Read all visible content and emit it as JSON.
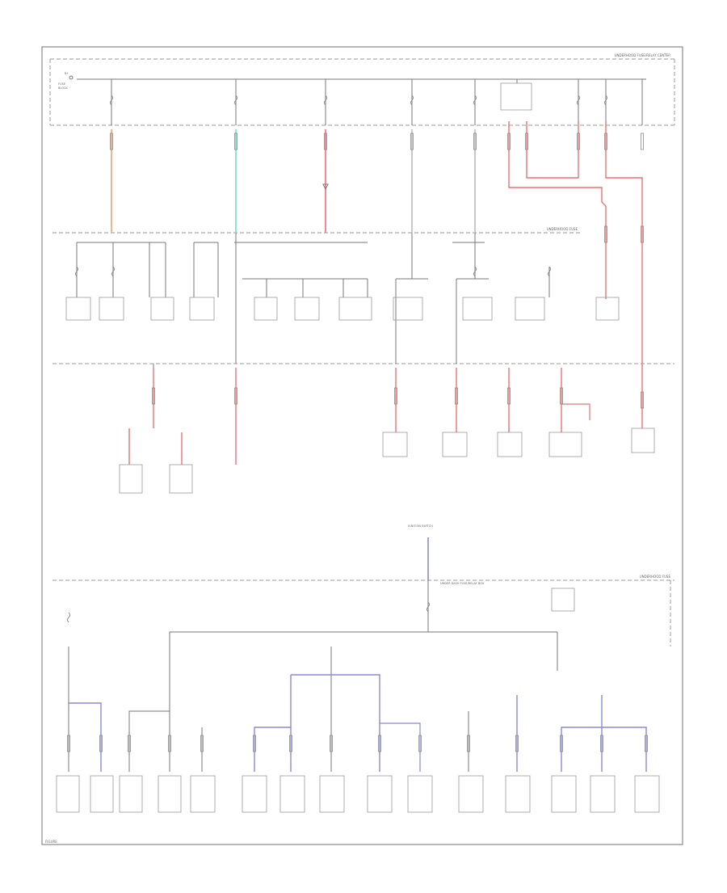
{
  "colors": {
    "wire": "#777777",
    "bus_dash": "#999999",
    "orange": "#f0a070",
    "cyan": "#70d8d8",
    "red": "#ee7070",
    "blue": "#8888dd",
    "text": "#666666"
  },
  "diagram": {
    "title": "",
    "labels": {
      "top_right_bus": "UNDERHOOD FUSE/RELAY CENTER",
      "mid_right_bus": "UNDERHOOD FUSE",
      "lower_right_bus": "UNDERHOOD FUSE",
      "under_dash_fuse": "UNDER DASH FUSE/RELAY BOX",
      "ignition_switch": "IGNITION SWITCH",
      "corner": "FIGURE"
    }
  }
}
